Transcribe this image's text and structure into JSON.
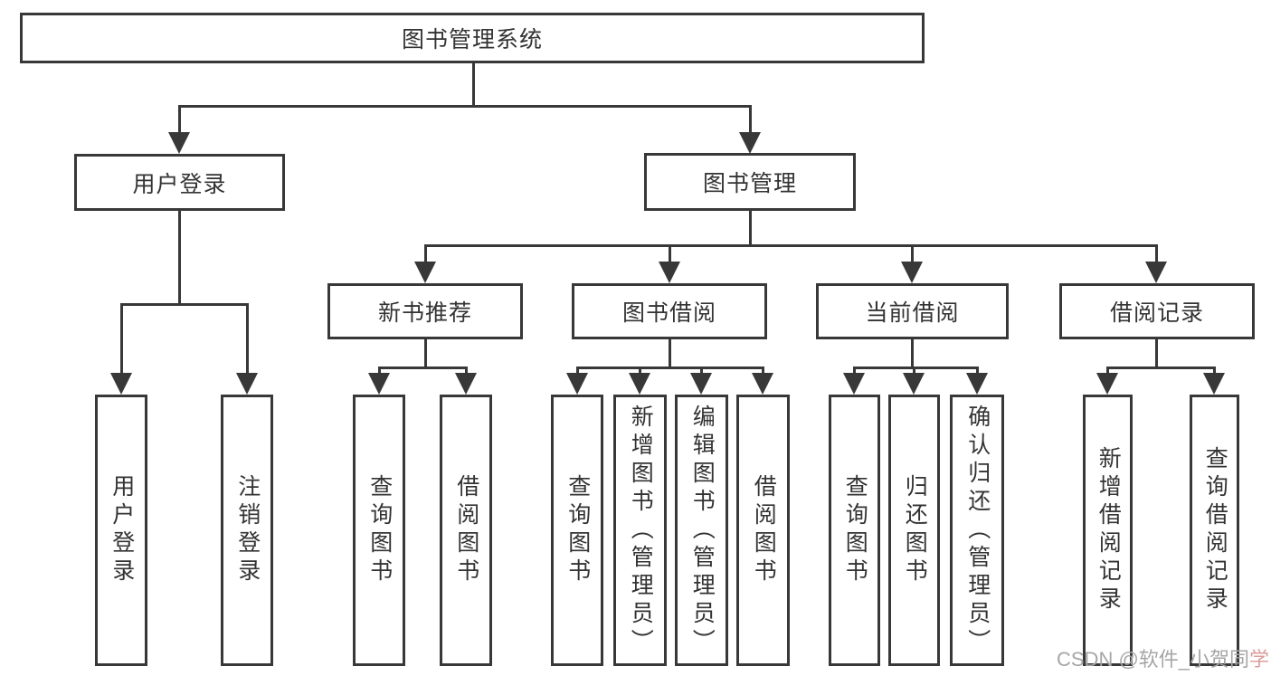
{
  "diagram": {
    "root": {
      "label": "图书管理系统"
    },
    "branches": [
      {
        "label": "用户登录",
        "leaves": [
          {
            "label": "用户登录"
          },
          {
            "label": "注销登录"
          }
        ]
      },
      {
        "label": "图书管理",
        "groups": [
          {
            "label": "新书推荐",
            "leaves": [
              {
                "label": "查询图书"
              },
              {
                "label": "借阅图书"
              }
            ]
          },
          {
            "label": "图书借阅",
            "leaves": [
              {
                "label": "查询图书"
              },
              {
                "label": "新增图书（管理员）"
              },
              {
                "label": "编辑图书（管理员）"
              },
              {
                "label": "借阅图书"
              }
            ]
          },
          {
            "label": "当前借阅",
            "leaves": [
              {
                "label": "查询图书"
              },
              {
                "label": "归还图书"
              },
              {
                "label": "确认归还（管理员）"
              }
            ]
          },
          {
            "label": "借阅记录",
            "leaves": [
              {
                "label": "新增借阅记录"
              },
              {
                "label": "查询借阅记录"
              }
            ]
          }
        ]
      }
    ]
  },
  "watermark": {
    "main": "CSDN @软件_小贺同",
    "accent": "学"
  },
  "colors": {
    "line": "#383838",
    "text": "#333333",
    "background": "#ffffff",
    "watermark_gray": "#a6a6a6",
    "watermark_pink": "#dc9c9c"
  }
}
